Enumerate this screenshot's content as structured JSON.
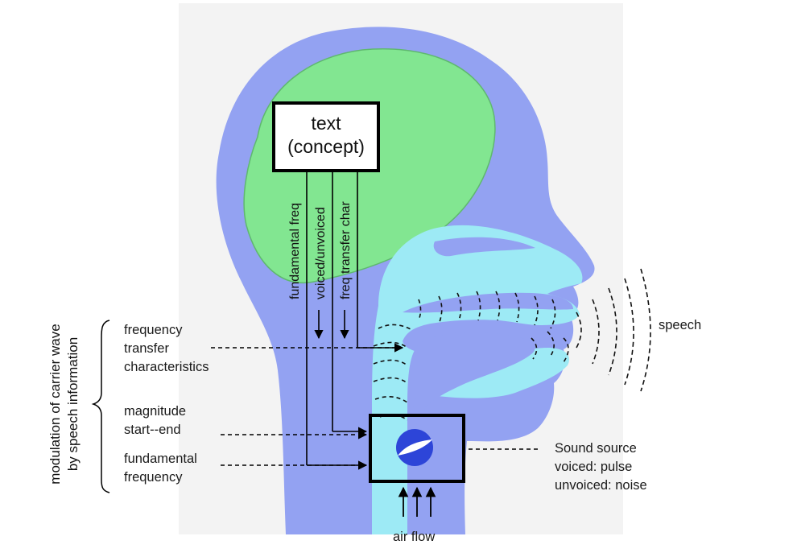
{
  "concept": {
    "line1": "text",
    "line2": "(concept)"
  },
  "channels": {
    "fundamental_freq": "fundamental freq",
    "voiced_unvoiced": "voiced/unvoiced",
    "freq_transfer_char": "freq transfer char"
  },
  "left_labels": {
    "freq_transfer": [
      "frequency",
      "transfer",
      "characteristics"
    ],
    "magnitude": [
      "magnitude",
      "start--end"
    ],
    "fundamental": [
      "fundamental",
      "frequency"
    ]
  },
  "side_label": [
    "modulation of carrier wave",
    "by speech information"
  ],
  "speech_label": "speech",
  "sound_source": [
    "Sound source",
    "voiced: pulse",
    "unvoiced: noise"
  ],
  "air_flow": "air flow",
  "colors": {
    "head": "#93a2f2",
    "brain": "#82e691",
    "tract": "#9deaf5",
    "background_panel": "#f3f3f3",
    "vocal_fold": "#2d45d8"
  }
}
